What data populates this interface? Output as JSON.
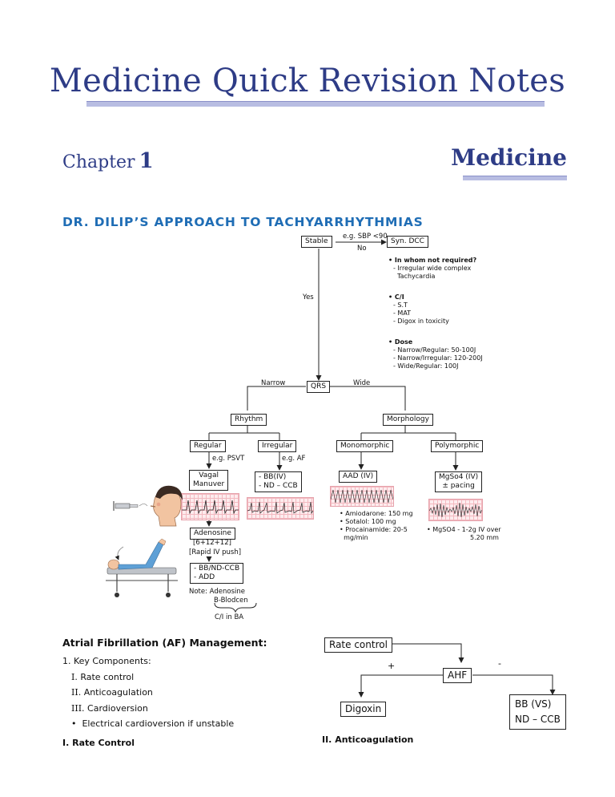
{
  "header": {
    "title": "Medicine Quick Revision Notes"
  },
  "chapter": {
    "word": "Chapter",
    "number": "1",
    "name": "Medicine"
  },
  "section_title": "DR. DILIP’S APPROACH TO TACHYARRHYTHMIAS",
  "flowchart": {
    "stable": "Stable",
    "sbp_label": "e.g. SBP <90",
    "no_label": "No",
    "syn_dcc": "Syn. DCC",
    "yes_label": "Yes",
    "dcc_notes": {
      "not_required_head": "• In whom not required?",
      "not_required_items": [
        "- Irregular wide complex",
        "  Tachycardia"
      ],
      "ci_head": "• C/I",
      "ci_items": [
        "- S.T",
        "- MAT",
        "- Digox in toxicity"
      ],
      "dose_head": "• Dose",
      "dose_items": [
        "- Narrow/Regular: 50-100J",
        "- Narrow/Irregular: 120-200J",
        "- Wide/Regular: 100J"
      ]
    },
    "qrs": "QRS",
    "narrow_label": "Narrow",
    "wide_label": "Wide",
    "rhythm": "Rhythm",
    "morphology": "Morphology",
    "regular": "Regular",
    "irregular": "Irregular",
    "eg_psvt": "e.g. PSVT",
    "eg_af": "e.g. AF",
    "vagal": [
      "Vagal",
      "Manuver"
    ],
    "bb_iv_box": [
      "- BB(IV)",
      "- ND – CCB"
    ],
    "monomorphic": "Monomorphic",
    "polymorphic": "Polymorphic",
    "aad_iv": "AAD (IV)",
    "mgso4_box": [
      "MgSo4 (IV)",
      "± pacing"
    ],
    "aad_notes": [
      "• Amiodarone: 150 mg",
      "• Sotalol: 100 mg",
      "• Procainamide: 20-5",
      "  mg/min"
    ],
    "mgso4_note": [
      "• MgSO4 - 1-2g IV over",
      "5.20 mm"
    ],
    "adenosine": "Adenosine",
    "adenosine_dose": "[6+12+12]",
    "rapid_iv": "[Rapid IV push]",
    "bb_add_box": [
      "- BB/ND-CCB",
      "- ADD"
    ],
    "note": [
      "Note: Adenosine",
      "B-Blodcen"
    ],
    "ci_in_ba": "C/I in BA"
  },
  "af_section": {
    "title": "Atrial Fibrillation (AF) Management:",
    "key_components": "1. Key Components:",
    "items": [
      {
        "num": "I.",
        "text": "Rate control"
      },
      {
        "num": "II.",
        "text": "Anticoagulation"
      },
      {
        "num": "III.",
        "text": "Cardioversion"
      }
    ],
    "bullet": "•  Electrical cardioversion if unstable",
    "rate_control_heading": "I. Rate Control",
    "anticoag_heading": "II. Anticoagulation"
  },
  "af_diagram": {
    "rate_control": "Rate control",
    "ahf": "AHF",
    "plus": "+",
    "minus": "-",
    "digoxin": "Digoxin",
    "bb_vs": "BB (VS)",
    "nd_ccb": "ND – CCB"
  },
  "colors": {
    "title_blue": "#2e3c86",
    "section_blue": "#1f6db5",
    "rule": "#b8bde2",
    "ecg_pink": "#fdecee"
  }
}
